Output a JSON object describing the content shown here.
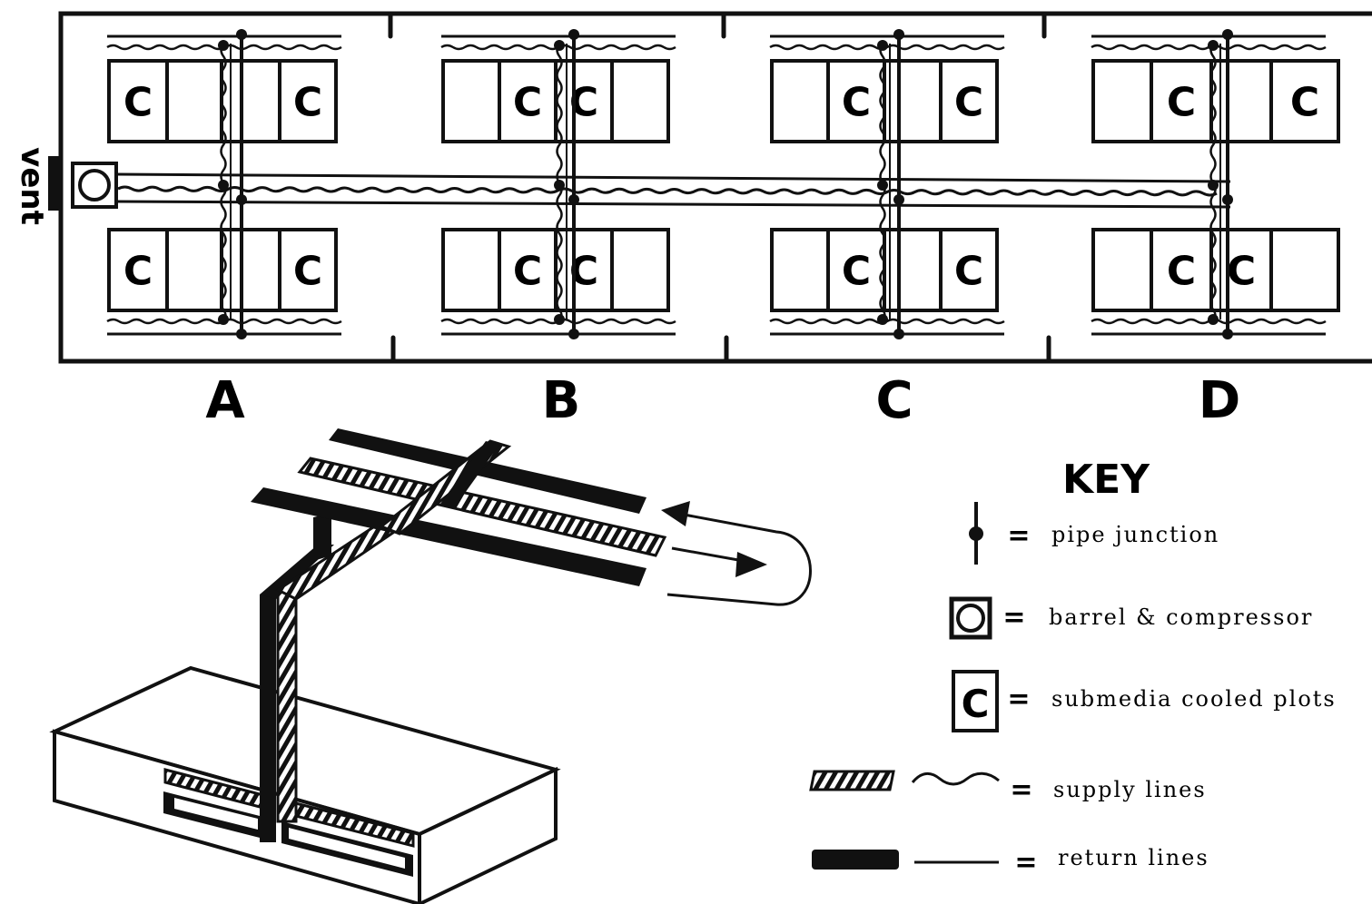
{
  "plan": {
    "vent_label": "vent",
    "sections": [
      {
        "letter": "A",
        "plots_top": [
          "C",
          "",
          "",
          "C"
        ],
        "plots_bottom": [
          "C",
          "",
          "",
          "C"
        ]
      },
      {
        "letter": "B",
        "plots_top": [
          "",
          "C",
          "C",
          ""
        ],
        "plots_bottom": [
          "",
          "C",
          "C",
          ""
        ]
      },
      {
        "letter": "C",
        "plots_top": [
          "",
          "C",
          "",
          "C"
        ],
        "plots_bottom": [
          "",
          "C",
          "",
          "C"
        ]
      },
      {
        "letter": "D",
        "plots_top": [
          "",
          "C",
          "",
          "C"
        ],
        "plots_bottom": [
          "",
          "C",
          "C",
          ""
        ]
      }
    ]
  },
  "key": {
    "title": "KEY",
    "items": [
      {
        "symbol": "pipe-junction",
        "label": "pipe  junction"
      },
      {
        "symbol": "barrel-compressor",
        "label": "barrel  &  compressor"
      },
      {
        "symbol": "cooled-plot",
        "glyph": "C",
        "label": "submedia  cooled  plots"
      },
      {
        "symbol": "supply-lines",
        "label": "supply  lines"
      },
      {
        "symbol": "return-lines",
        "label": "return  lines"
      }
    ],
    "equals": "="
  }
}
